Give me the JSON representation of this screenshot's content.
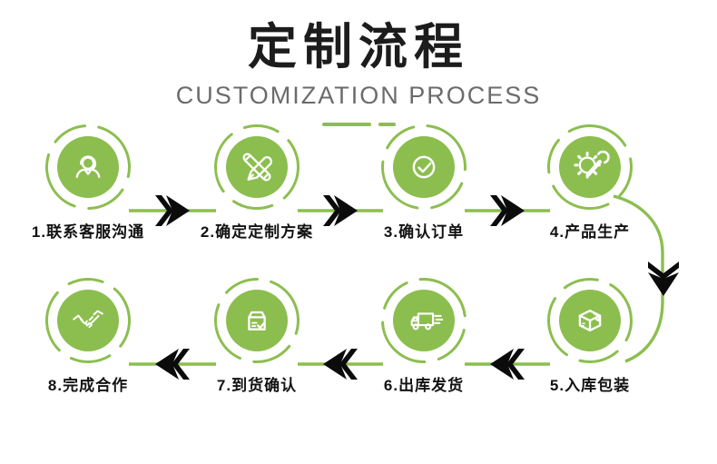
{
  "header": {
    "title": "定制流程",
    "subtitle": "CUSTOMIZATION PROCESS"
  },
  "colors": {
    "green": "#8CBE4F",
    "arrow_black": "#0b0b0b",
    "title_color": "#1c1c1c",
    "subtitle_color": "#6b6b6b",
    "label_color": "#121212"
  },
  "steps": [
    {
      "label": "1.联系客服沟通",
      "icon": "customer-service-icon"
    },
    {
      "label": "2.确定定制方案",
      "icon": "design-pen-icon"
    },
    {
      "label": "3.确认订单",
      "icon": "check-circle-icon"
    },
    {
      "label": "4.产品生产",
      "icon": "gear-wrench-icon"
    },
    {
      "label": "5.入库包装",
      "icon": "package-box-icon"
    },
    {
      "label": "6.出库发货",
      "icon": "delivery-truck-icon"
    },
    {
      "label": "7.到货确认",
      "icon": "arrival-check-icon"
    },
    {
      "label": "8.完成合作",
      "icon": "handshake-icon"
    }
  ],
  "flow": {
    "top_row_direction": "left-to-right",
    "bottom_row_direction": "right-to-left",
    "connector_style": "green line with black double chevron"
  }
}
